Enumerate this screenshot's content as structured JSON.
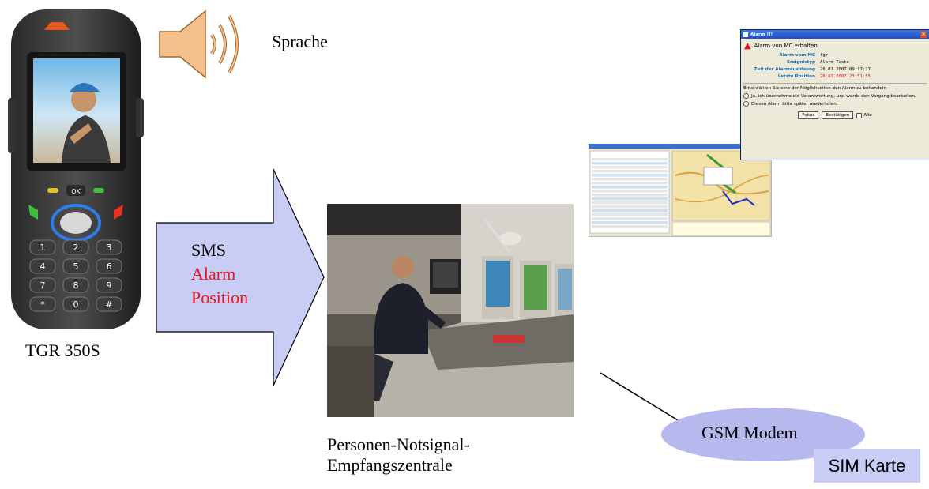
{
  "labels": {
    "sprache": "Sprache",
    "device": "TGR 350S",
    "center_line1": "Personen-Notsignal-",
    "center_line2": "Empfangszentrale",
    "gsm_modem": "GSM Modem",
    "sim_card": "SIM Karte"
  },
  "arrow": {
    "line1": "SMS",
    "line2": "Alarm",
    "line3": "Position"
  },
  "alarm_dialog": {
    "title": "Alarm !!!",
    "heading": "Alarm von MC erhalten",
    "row_labels": [
      "Alarm vom MC",
      "Ereignistyp",
      "Zeit der Alarmauslösung",
      "Letzte Position"
    ],
    "row_values": [
      "tgr",
      "Alarm Taste",
      "26.07.2007 09:17:27",
      "26.07.2007 23:51:55"
    ],
    "prompt": "Bitte wählen Sie eine der Möglichkeiten den Alarm zu behandeln",
    "option1": "Ja, ich übernehme die Verantwortung, und werde den Vorgang bearbeiten.",
    "option2": "Diesen Alarm bitte später wiederholen.",
    "btn_fokus": "Fokus",
    "btn_confirm": "Bestätigen",
    "chk_alle": "Alle"
  },
  "phone_keys": {
    "ok": "OK",
    "keys": [
      "1",
      "2",
      "3",
      "4",
      "5",
      "6",
      "7",
      "8",
      "9",
      "*",
      "0",
      "#"
    ]
  },
  "colors": {
    "arrow_fill": "#c9ccf5",
    "alarm_red": "#e8141e",
    "ellipse_fill": "#b6b8ee",
    "sim_fill": "#c9ccf5",
    "speaker_fill": "#f3c08c"
  }
}
